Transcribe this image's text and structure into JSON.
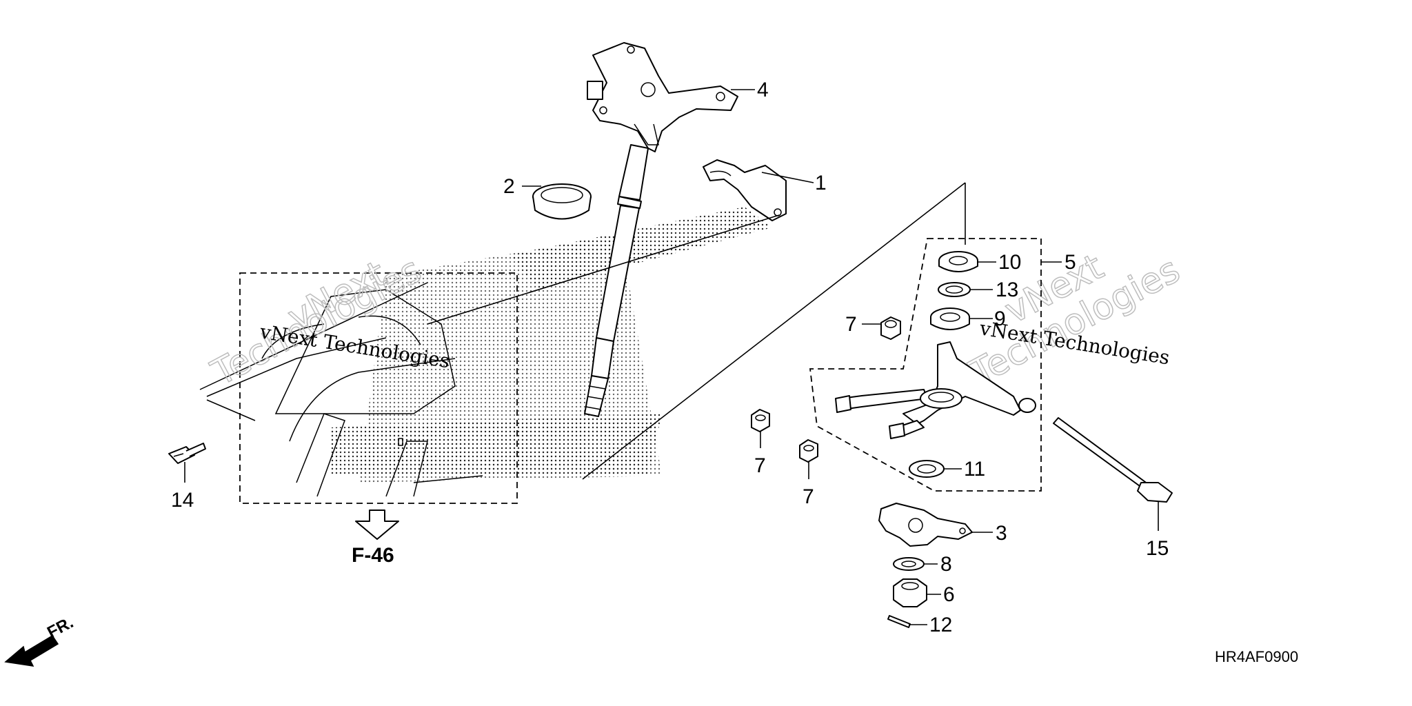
{
  "diagram": {
    "callouts": [
      "1",
      "2",
      "3",
      "4",
      "5",
      "6",
      "7",
      "8",
      "9",
      "10",
      "11",
      "12",
      "13",
      "14",
      "15"
    ],
    "reference": "F-46",
    "direction": "FR.",
    "diagram_code": "HR4AF0900",
    "watermark": {
      "brand": "vNext",
      "company": "Technologies",
      "full": "vNext Technologies"
    }
  }
}
